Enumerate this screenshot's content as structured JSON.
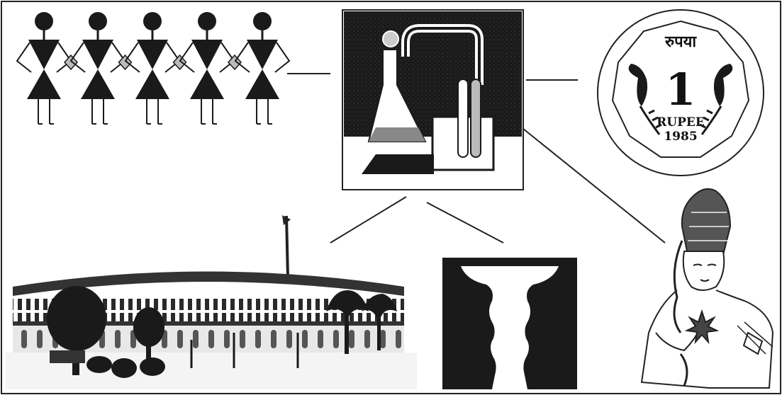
{
  "coin": {
    "top_text": "रुपया",
    "denomination": "1",
    "label": "RUPEE",
    "year": "1985"
  },
  "colors": {
    "ink": "#1a1a1a",
    "paper": "#ffffff",
    "grey": "#8c8c8c"
  },
  "panels": [
    {
      "name": "warli-figures-panel"
    },
    {
      "name": "chemistry-apparatus-panel"
    },
    {
      "name": "rupee-coin-panel"
    },
    {
      "name": "parliament-building-panel"
    },
    {
      "name": "face-vase-illusion-panel"
    },
    {
      "name": "ajanta-painting-panel"
    }
  ]
}
